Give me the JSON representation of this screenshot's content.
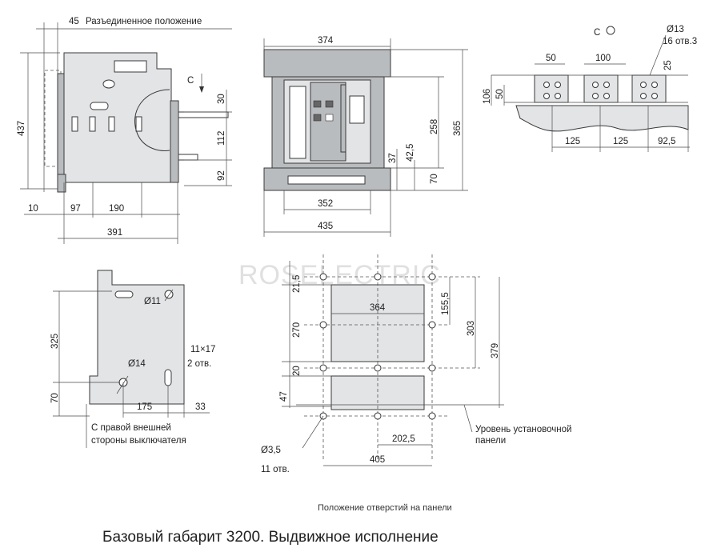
{
  "title": "Базовый габарит 3200. Выдвижное исполнение",
  "panel_caption": "Положение отверстий на панели",
  "watermark": "ROSELECTRIC",
  "side_view": {
    "withdrawn_label": "Разъединенное положение",
    "dims": {
      "withdraw": "45",
      "height": "437",
      "c_label": "C",
      "d30": "30",
      "d112": "112",
      "d92": "92",
      "d10": "10",
      "d97": "97",
      "d190": "190",
      "d391": "391"
    }
  },
  "front_view": {
    "dims": {
      "top": "374",
      "d258": "258",
      "d365": "365",
      "d37": "37",
      "d42_5": "42,5",
      "d70": "70",
      "d352": "352",
      "d435": "435"
    }
  },
  "terminal_view": {
    "dims": {
      "c_label": "C",
      "hole_d": "Ø13",
      "holes_count": "16 отв.3",
      "d50a": "50",
      "d100": "100",
      "d25": "25",
      "d106": "106",
      "d50b": "50",
      "d125a": "125",
      "d125b": "125",
      "d92_5": "92,5"
    }
  },
  "bracket_view": {
    "dims": {
      "d325": "325",
      "d70": "70",
      "hole11": "Ø11",
      "hole14": "Ø14",
      "slot": "11×17",
      "slot_count": "2 отв.",
      "d175": "175",
      "d33": "33"
    },
    "note_line1": "С правой внешней",
    "note_line2": "стороны выключателя"
  },
  "panel_view": {
    "dims": {
      "d21_5": "21,5",
      "d364": "364",
      "d155_5": "155,5",
      "d270": "270",
      "d303": "303",
      "d379": "379",
      "d20": "20",
      "d47": "47",
      "d202_5": "202,5",
      "d405": "405",
      "hole_d": "Ø3,5",
      "hole_count": "11 отв."
    },
    "level_line1": "Уровень  установочной",
    "level_line2": "панели"
  }
}
